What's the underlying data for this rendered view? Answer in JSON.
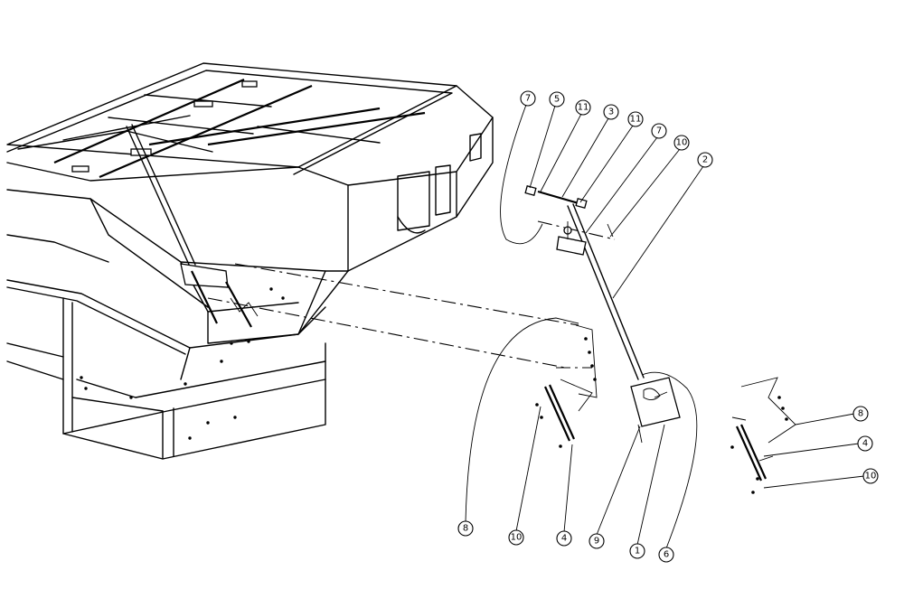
{
  "callouts": {
    "c7a": "7",
    "c5": "5",
    "c11a": "11",
    "c3": "3",
    "c11b": "11",
    "c7b": "7",
    "c10a": "10",
    "c2": "2",
    "c8a": "8",
    "c4a": "4",
    "c10b": "10",
    "c8b": "8",
    "c10c": "10",
    "c4b": "4",
    "c9": "9",
    "c1": "1",
    "c6": "6"
  },
  "colors": {
    "line": "#000000",
    "background": "#ffffff"
  }
}
